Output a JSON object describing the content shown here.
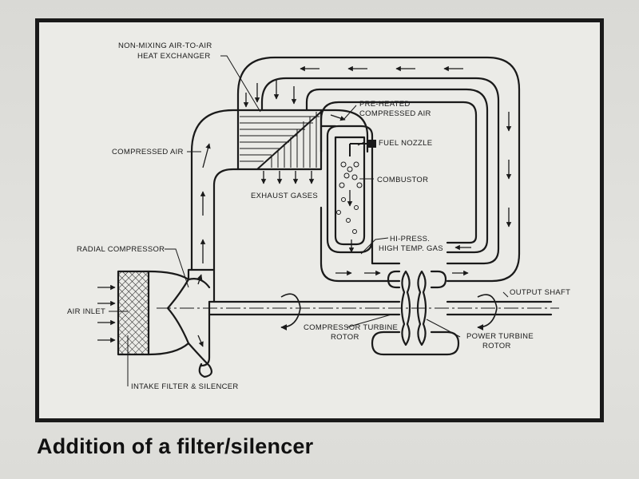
{
  "labels": {
    "heat_exchanger_1": "NON-MIXING AIR-TO-AIR",
    "heat_exchanger_2": "HEAT EXCHANGER",
    "preheated_1": "PRE-HEATED",
    "preheated_2": "COMPRESSED AIR",
    "fuel_nozzle": "FUEL NOZZLE",
    "compressed_air": "COMPRESSED AIR",
    "combustor": "COMBUSTOR",
    "exhaust_gases": "EXHAUST GASES",
    "hi_press_1": "HI-PRESS.",
    "hi_press_2": "HIGH TEMP. GAS",
    "radial_compressor": "RADIAL COMPRESSOR",
    "air_inlet": "AIR INLET",
    "output_shaft": "OUTPUT SHAFT",
    "compressor_turbine_1": "COMPRESSOR TURBINE",
    "compressor_turbine_2": "ROTOR",
    "power_turbine_1": "POWER TURBINE",
    "power_turbine_2": "ROTOR",
    "intake_filter": "INTAKE FILTER & SILENCER"
  },
  "caption": "Addition of a filter/silencer"
}
